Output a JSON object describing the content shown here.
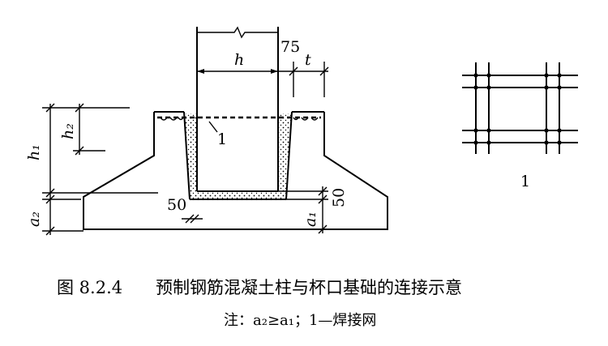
{
  "labels": {
    "h": "h",
    "cover": "75",
    "t": "t",
    "mark": "1",
    "h1": "h₁",
    "h2": "h₂",
    "a2": "a₂",
    "a1": "a₁",
    "bottom_gap": "50",
    "side_gap": "50",
    "mesh_mark": "1"
  },
  "caption": {
    "number": "图 8.2.4",
    "title": "预制钢筋混凝土柱与杯口基础的连接示意"
  },
  "note": "注：a₂≥a₁；1—焊接网"
}
